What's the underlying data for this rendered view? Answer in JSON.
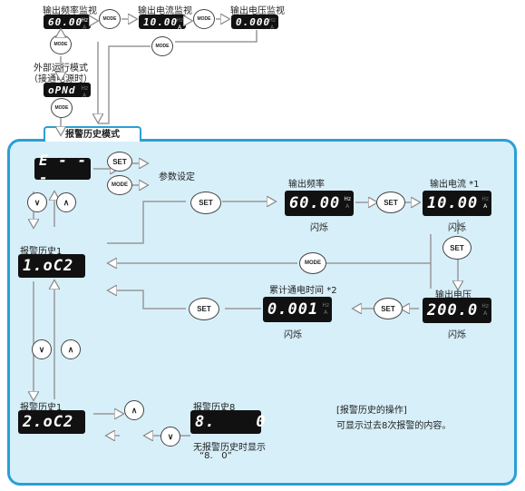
{
  "top": {
    "freq_monitor_label": "输出频率监视",
    "current_monitor_label": "输出电流监视",
    "voltage_monitor_label": "输出电压监视",
    "freq_monitor_display": "60.00",
    "current_monitor_display": "10.00",
    "voltage_monitor_display": "0.000",
    "external_mode_label_line1": "外部运行模式",
    "external_mode_label_line2": "（接通电源时）",
    "external_mode_display": "oPNd"
  },
  "buttons": {
    "mode": "MODE",
    "set": "SET"
  },
  "units": {
    "hz": "Hz",
    "a": "A"
  },
  "panel": {
    "title": "报警历史模式",
    "e_display": "E - - -",
    "param_setting_label": "参数设定",
    "output_freq_label": "输出频率",
    "output_freq_display": "60.00",
    "output_freq_blink": "闪烁",
    "output_current_label": "输出电流",
    "output_current_note": "*1",
    "output_current_display": "10.00",
    "output_current_blink": "闪烁",
    "alarm_history1_label": "报警历史1",
    "alarm_history1_display": "1.oC2",
    "cumulative_time_label": "累计通电时间",
    "cumulative_time_note": "*2",
    "cumulative_time_display": "0.001",
    "cumulative_time_blink": "闪烁",
    "output_voltage_label": "输出电压",
    "output_voltage_display": "200.0",
    "output_voltage_blink": "闪烁",
    "alarm_history1b_label": "报警历史1",
    "alarm_history1b_display": "2.oC2",
    "alarm_history8_label": "报警历史8",
    "alarm_history8_display": "8.    0",
    "no_history_line1": "无报警历史时显示",
    "no_history_line2": "“8.   0”",
    "operation_title": "[报警历史的操作]",
    "operation_desc": "可显示过去8次报警的内容。"
  },
  "colors": {
    "panel_border": "#2a9fd6",
    "panel_bg": "#d7eff9",
    "lcd_bg": "#111111"
  }
}
